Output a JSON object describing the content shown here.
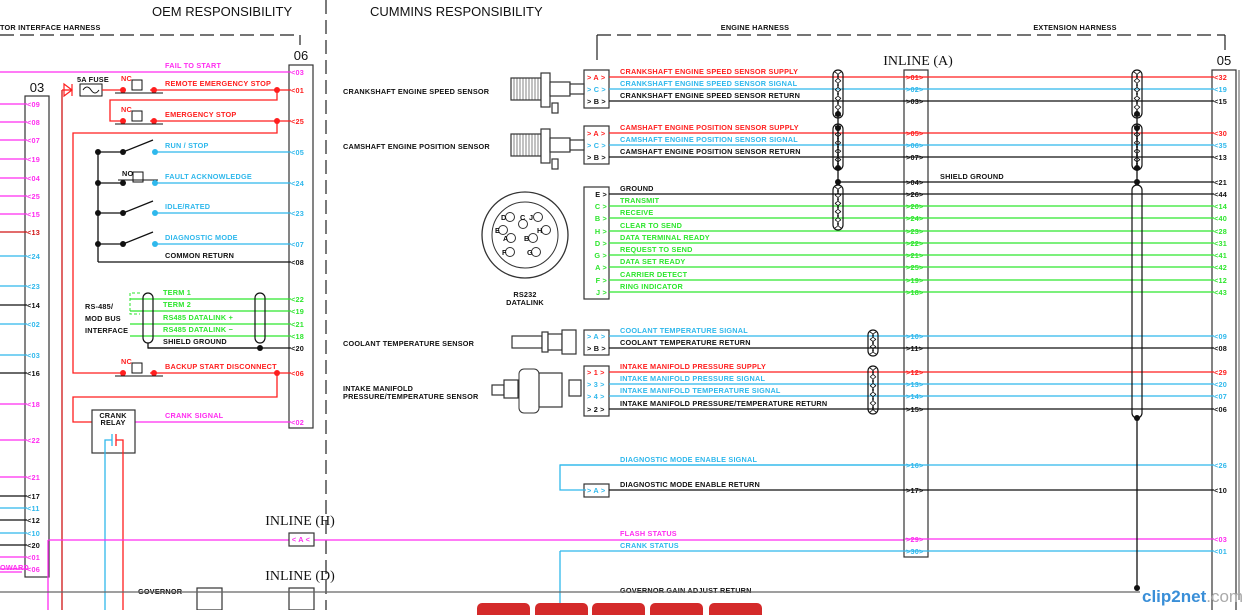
{
  "header": {
    "oem": "OEM RESPONSIBILITY",
    "cummins": "CUMMINS RESPONSIBILITY",
    "oem_harness": "TOR INTERFACE HARNESS",
    "engine_harness": "ENGINE HARNESS",
    "extension_harness": "EXTENSION HARNESS"
  },
  "colors": {
    "red": "#ff1e1e",
    "darkred": "#d01515",
    "cyan": "#2fb8ec",
    "magenta": "#ff2cf0",
    "green": "#2ee62e",
    "black": "#111111"
  },
  "connectors": {
    "c03": "03",
    "c06": "06",
    "inline_a": "INLINE (A)",
    "c05": "05",
    "inline_h": "INLINE (H)",
    "inline_h_pin": "< A <",
    "inline_d": "INLINE (D)"
  },
  "left_03": {
    "side_label": "OWARD",
    "pins": [
      {
        "pin": "<09",
        "color": "magenta"
      },
      {
        "pin": "<08",
        "color": "magenta"
      },
      {
        "pin": "<07",
        "color": "magenta"
      },
      {
        "pin": "<19",
        "color": "magenta"
      },
      {
        "pin": "<04",
        "color": "magenta"
      },
      {
        "pin": "<25",
        "color": "magenta"
      },
      {
        "pin": "<15",
        "color": "magenta"
      },
      {
        "pin": "<13",
        "color": "darkred"
      },
      {
        "pin": "<24",
        "color": "cyan"
      },
      {
        "pin": "<23",
        "color": "cyan"
      },
      {
        "pin": "<14",
        "color": "black"
      },
      {
        "pin": "<02",
        "color": "cyan"
      },
      {
        "pin": "<03",
        "color": "cyan"
      },
      {
        "pin": "<16",
        "color": "black"
      },
      {
        "pin": "<18",
        "color": "magenta"
      },
      {
        "pin": "<22",
        "color": "magenta"
      },
      {
        "pin": "<21",
        "color": "magenta"
      },
      {
        "pin": "<17",
        "color": "black"
      },
      {
        "pin": "<11",
        "color": "cyan"
      },
      {
        "pin": "<12",
        "color": "black"
      },
      {
        "pin": "<10",
        "color": "cyan"
      },
      {
        "pin": "<20",
        "color": "black"
      },
      {
        "pin": "<01",
        "color": "magenta"
      },
      {
        "pin": "<06",
        "color": "magenta"
      }
    ]
  },
  "oem_circuits": [
    {
      "label": "FAIL TO START",
      "pin": "<03",
      "color": "magenta"
    },
    {
      "label": "REMOTE EMERGENCY STOP",
      "pin": "<01",
      "color": "red"
    },
    {
      "label": "EMERGENCY STOP",
      "pin": "<25",
      "color": "red"
    },
    {
      "label": "RUN / STOP",
      "pin": "<05",
      "color": "cyan"
    },
    {
      "label": "FAULT ACKNOWLEDGE",
      "pin": "<24",
      "color": "cyan"
    },
    {
      "label": "IDLE/RATED",
      "pin": "<23",
      "color": "cyan"
    },
    {
      "label": "DIAGNOSTIC MODE",
      "pin": "<07",
      "color": "cyan"
    },
    {
      "label": "COMMON RETURN",
      "pin": "<08",
      "color": "black"
    },
    {
      "label": "TERM 1",
      "pin": "<22",
      "color": "green"
    },
    {
      "label": "TERM 2",
      "pin": "<19",
      "color": "green"
    },
    {
      "label": "RS485 DATALINK +",
      "pin": "<21",
      "color": "green"
    },
    {
      "label": "RS485 DATALINK −",
      "pin": "<18",
      "color": "green"
    },
    {
      "label": "SHIELD GROUND",
      "pin": "<20",
      "color": "black"
    },
    {
      "label": "BACKUP START DISCONNECT",
      "pin": "<06",
      "color": "red"
    },
    {
      "label": "CRANK SIGNAL",
      "pin": "<02",
      "color": "magenta"
    }
  ],
  "oem_parts": {
    "fuse": "5A FUSE",
    "nc": "NC",
    "no": "NO",
    "rs485": [
      "RS-485/",
      "MOD BUS",
      "INTERFACE"
    ],
    "crank_relay": [
      "CRANK",
      "RELAY"
    ],
    "governor": "GOVERNOR"
  },
  "sensors": {
    "crank": "CRANKSHAFT ENGINE SPEED SENSOR",
    "cam": "CAMSHAFT ENGINE POSITION SENSOR",
    "coolant": "COOLANT TEMPERATURE SENSOR",
    "intake": [
      "INTAKE MANIFOLD",
      "PRESSURE/TEMPERATURE SENSOR"
    ]
  },
  "rs232": {
    "label": [
      "RS232",
      "DATALINK"
    ],
    "pins": [
      "D",
      "C",
      "J",
      "E",
      "H",
      "A",
      "B",
      "F",
      "G"
    ]
  },
  "engine_wires": [
    {
      "label": "CRANKSHAFT ENGINE SPEED SENSOR SUPPLY",
      "color": "red",
      "sensor_pin": "> A >",
      "inline_pin": ">01>",
      "ext_pin": "<32"
    },
    {
      "label": "CRANKSHAFT ENGINE SPEED SENSOR SIGNAL",
      "color": "cyan",
      "sensor_pin": "> C >",
      "inline_pin": ">02>",
      "ext_pin": "<19"
    },
    {
      "label": "CRANKSHAFT ENGINE SPEED SENSOR RETURN",
      "color": "black",
      "sensor_pin": "> B >",
      "inline_pin": ">03>",
      "ext_pin": "<15"
    },
    {
      "label": "CAMSHAFT ENGINE POSITION SENSOR SUPPLY",
      "color": "red",
      "sensor_pin": "> A >",
      "inline_pin": ">05>",
      "ext_pin": "<30"
    },
    {
      "label": "CAMSHAFT ENGINE POSITION SENSOR SIGNAL",
      "color": "cyan",
      "sensor_pin": "> C >",
      "inline_pin": ">06>",
      "ext_pin": "<35"
    },
    {
      "label": "CAMSHAFT ENGINE POSITION SENSOR RETURN",
      "color": "black",
      "sensor_pin": "> B >",
      "inline_pin": ">07>",
      "ext_pin": "<13"
    },
    {
      "label": "SHIELD GROUND",
      "color": "black",
      "sensor_pin": "",
      "inline_pin": ">04>",
      "ext_pin": "<21"
    },
    {
      "label": "GROUND",
      "color": "black",
      "sensor_pin": "E >",
      "inline_pin": ">26>",
      "ext_pin": "<44"
    },
    {
      "label": "TRANSMIT",
      "color": "green",
      "sensor_pin": "C >",
      "inline_pin": ">20>",
      "ext_pin": "<14"
    },
    {
      "label": "RECEIVE",
      "color": "green",
      "sensor_pin": "B >",
      "inline_pin": ">24>",
      "ext_pin": "<40"
    },
    {
      "label": "CLEAR TO SEND",
      "color": "green",
      "sensor_pin": "H >",
      "inline_pin": ">23>",
      "ext_pin": "<28"
    },
    {
      "label": "DATA TERMINAL READY",
      "color": "green",
      "sensor_pin": "D >",
      "inline_pin": ">22>",
      "ext_pin": "<31"
    },
    {
      "label": "REQUEST TO SEND",
      "color": "green",
      "sensor_pin": "G >",
      "inline_pin": ">21>",
      "ext_pin": "<41"
    },
    {
      "label": "DATA SET READY",
      "color": "green",
      "sensor_pin": "A >",
      "inline_pin": ">25>",
      "ext_pin": "<42"
    },
    {
      "label": "CARRIER DETECT",
      "color": "green",
      "sensor_pin": "F >",
      "inline_pin": ">19>",
      "ext_pin": "<12"
    },
    {
      "label": "RING INDICATOR",
      "color": "green",
      "sensor_pin": "J >",
      "inline_pin": ">18>",
      "ext_pin": "<43"
    },
    {
      "label": "COOLANT TEMPERATURE SIGNAL",
      "color": "cyan",
      "sensor_pin": "> A >",
      "inline_pin": ">10>",
      "ext_pin": "<09"
    },
    {
      "label": "COOLANT TEMPERATURE RETURN",
      "color": "black",
      "sensor_pin": "> B >",
      "inline_pin": ">11>",
      "ext_pin": "<08"
    },
    {
      "label": "INTAKE MANIFOLD PRESSURE SUPPLY",
      "color": "red",
      "sensor_pin": "> 1 >",
      "inline_pin": ">12>",
      "ext_pin": "<29"
    },
    {
      "label": "INTAKE MANIFOLD PRESSURE SIGNAL",
      "color": "cyan",
      "sensor_pin": "> 3 >",
      "inline_pin": ">13>",
      "ext_pin": "<20"
    },
    {
      "label": "INTAKE MANIFOLD TEMPERATURE SIGNAL",
      "color": "cyan",
      "sensor_pin": "> 4 >",
      "inline_pin": ">14>",
      "ext_pin": "<07"
    },
    {
      "label": "INTAKE MANIFOLD PRESSURE/TEMPERATURE RETURN",
      "color": "black",
      "sensor_pin": "> 2 >",
      "inline_pin": ">15>",
      "ext_pin": "<06"
    },
    {
      "label": "DIAGNOSTIC MODE ENABLE SIGNAL",
      "color": "cyan",
      "sensor_pin": "",
      "inline_pin": ">16>",
      "ext_pin": "<26"
    },
    {
      "label": "DIAGNOSTIC MODE ENABLE RETURN",
      "color": "black",
      "sensor_pin": "> A >",
      "inline_pin": ">17>",
      "ext_pin": "<10"
    },
    {
      "label": "FLASH STATUS",
      "color": "magenta",
      "sensor_pin": "",
      "inline_pin": ">29>",
      "ext_pin": "<03"
    },
    {
      "label": "CRANK STATUS",
      "color": "cyan",
      "sensor_pin": "",
      "inline_pin": ">30>",
      "ext_pin": "<01"
    }
  ],
  "governor_gain": "GOVERNOR GAIN ADJUST RETURN",
  "watermark": "clip2net.com"
}
